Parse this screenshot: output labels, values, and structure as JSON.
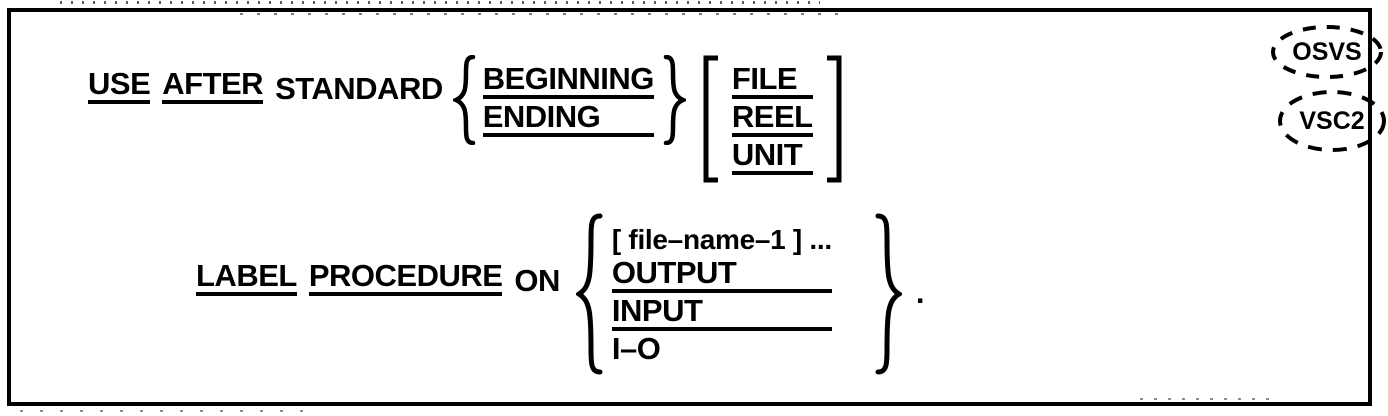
{
  "diagram": {
    "type": "cobol-syntax-diagram",
    "statement": "USE AFTER STANDARD ... LABEL PROCEDURE ON ...",
    "terminator": "."
  },
  "line1": {
    "keywords": [
      {
        "text": "USE",
        "required": true
      },
      {
        "text": "AFTER",
        "required": true
      },
      {
        "text": "STANDARD",
        "required": false
      }
    ],
    "choice_group": {
      "fence": "brace",
      "options": [
        {
          "text": "BEGINNING",
          "required": true
        },
        {
          "text": "ENDING",
          "required": true
        }
      ]
    },
    "optional_group": {
      "fence": "bracket",
      "options": [
        {
          "text": "FILE",
          "required": true
        },
        {
          "text": "REEL",
          "required": true
        },
        {
          "text": "UNIT",
          "required": true
        }
      ]
    }
  },
  "line2": {
    "keywords": [
      {
        "text": "LABEL",
        "required": true
      },
      {
        "text": "PROCEDURE",
        "required": true
      },
      {
        "text": "ON",
        "required": false
      }
    ],
    "choice_group": {
      "fence": "brace",
      "options": [
        {
          "text": "[ file–name–1 ] ...",
          "required": false
        },
        {
          "text": "OUTPUT",
          "required": true
        },
        {
          "text": "INPUT",
          "required": true
        },
        {
          "text": "I–O",
          "required": false
        }
      ]
    },
    "period": "."
  },
  "badges": [
    {
      "id": "osvs",
      "label": "OSVS",
      "shape": "dashed-ellipse"
    },
    {
      "id": "vsc2",
      "label": "VSC2",
      "shape": "dashed-ellipse"
    }
  ],
  "colors": {
    "ink": "#000000",
    "paper": "#ffffff"
  }
}
